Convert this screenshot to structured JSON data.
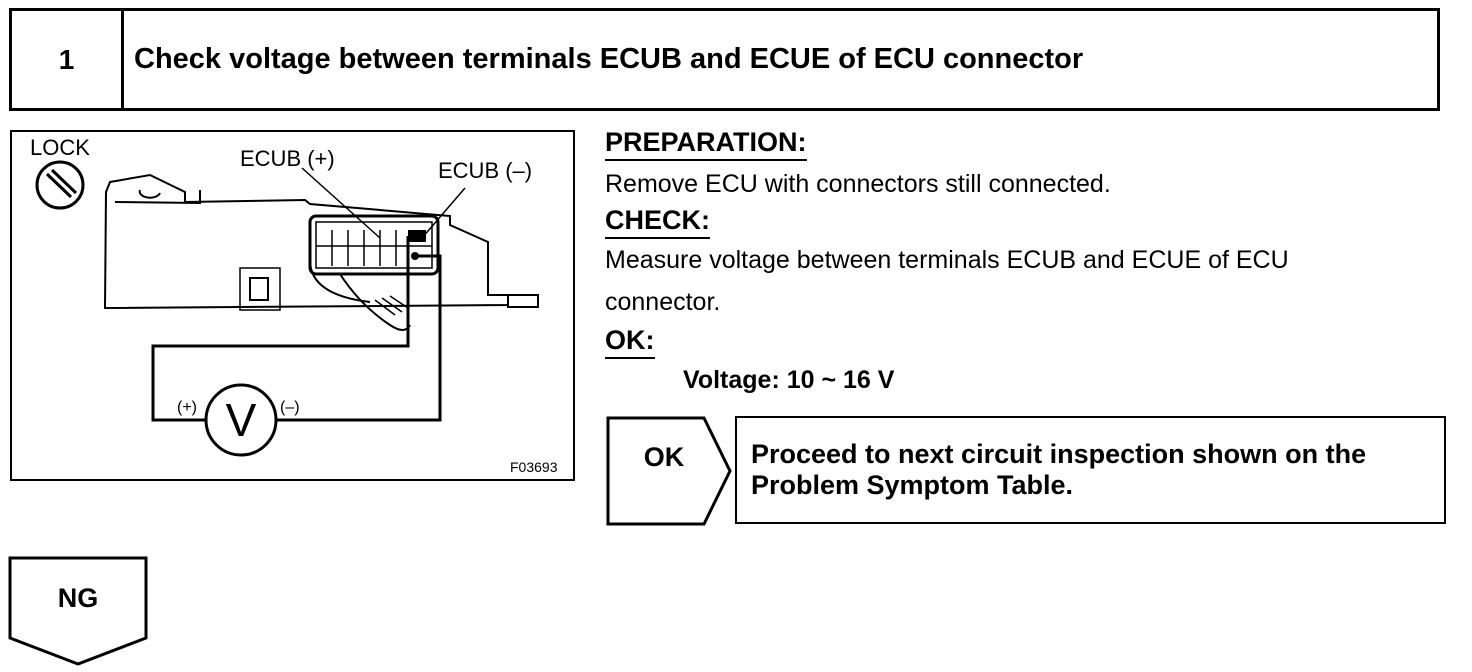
{
  "step": {
    "number": "1",
    "title": "Check voltage between terminals ECUB and ECUE of ECU connector"
  },
  "figure": {
    "label_lock": "LOCK",
    "label_ecub_pos": "ECUB (+)",
    "label_ecub_neg": "ECUB (–)",
    "meter_symbol": "V",
    "meter_pos": "(+)",
    "meter_neg": "(–)",
    "code": "F03693"
  },
  "instructions": {
    "preparation_heading": "PREPARATION:",
    "preparation_text": "Remove ECU with connectors still connected.",
    "check_heading": "CHECK:",
    "check_text_line1": "Measure voltage between terminals ECUB and ECUE of ECU",
    "check_text_line2": "connector.",
    "ok_heading": "OK:",
    "ok_spec": "Voltage: 10 ~ 16 V"
  },
  "results": {
    "ok_label": "OK",
    "ok_action_line1": "Proceed to next circuit inspection shown on the",
    "ok_action_line2": "Problem Symptom Table.",
    "ng_label": "NG"
  }
}
